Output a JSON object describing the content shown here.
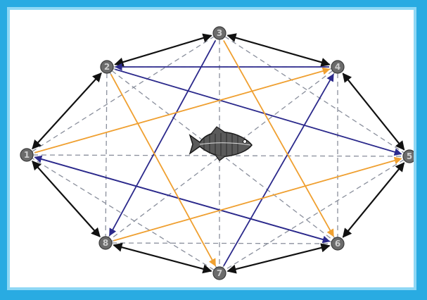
{
  "diagram": {
    "nodes": [
      {
        "id": "1",
        "label": "1"
      },
      {
        "id": "2",
        "label": "2"
      },
      {
        "id": "3",
        "label": "3"
      },
      {
        "id": "4",
        "label": "4"
      },
      {
        "id": "5",
        "label": "5"
      },
      {
        "id": "6",
        "label": "6"
      },
      {
        "id": "7",
        "label": "7"
      },
      {
        "id": "8",
        "label": "8"
      }
    ],
    "colors": {
      "background": "#29abe2",
      "frame_border": "#8fd8f5",
      "node_fill": "#6b6b6b",
      "black_arrow": "#111111",
      "blue_arrow": "#2c2a8c",
      "orange_arrow": "#f0a030",
      "dashed_line": "#8a8f9c"
    },
    "center_icon": "fish-icon"
  }
}
